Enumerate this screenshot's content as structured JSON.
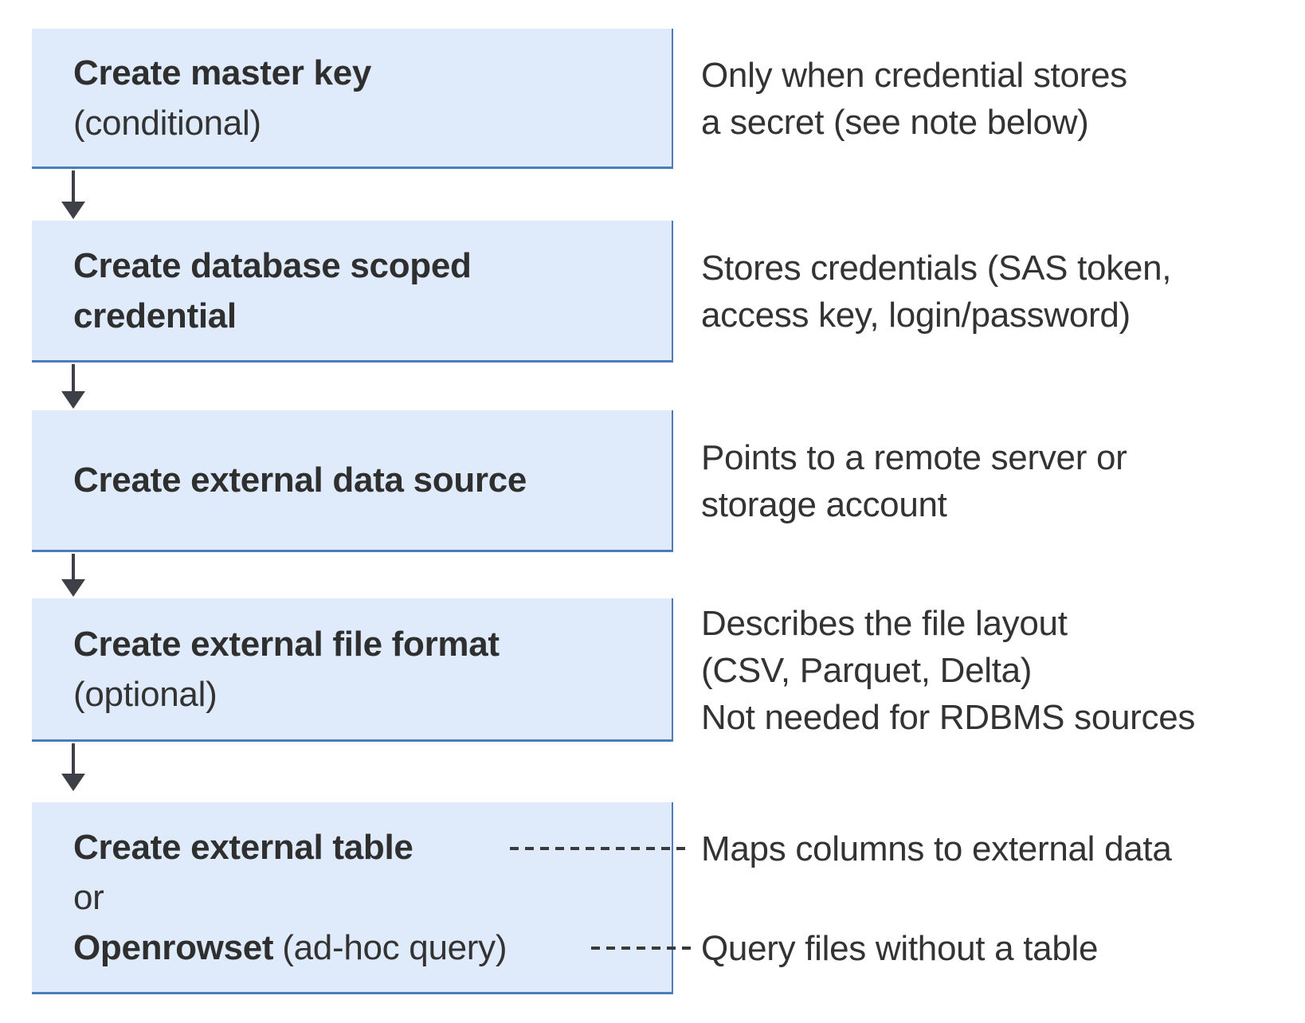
{
  "colors": {
    "box_fill": "#dfeafa",
    "box_border": "#4c7db8",
    "text_dark": "#333333",
    "arrow": "#3d4046",
    "connector": "#3a3a3a"
  },
  "steps": [
    {
      "line1_bold": "Create master key",
      "line2": "(conditional)",
      "notes": [
        "Only when credential stores",
        "a secret (see note below)"
      ]
    },
    {
      "line1_bold": "Create database scoped",
      "line2_bold": "credential",
      "notes": [
        "Stores credentials (SAS token,",
        "access key, login/password)"
      ]
    },
    {
      "line1_bold": "Create external data source",
      "notes": [
        "Points to a remote server or",
        "storage account"
      ]
    },
    {
      "line1_bold": "Create external file format",
      "line2": "(optional)",
      "notes": [
        "Describes the file layout",
        "(CSV, Parquet, Delta)",
        "Not needed for RDBMS sources"
      ]
    },
    {
      "line1_bold": "Create external table",
      "line2": "or",
      "line3_bold": "Openrowset",
      "line3_regular": "(ad-hoc query)",
      "note_table": "Maps columns to external data",
      "note_openrowset": "Query files without a table"
    }
  ]
}
